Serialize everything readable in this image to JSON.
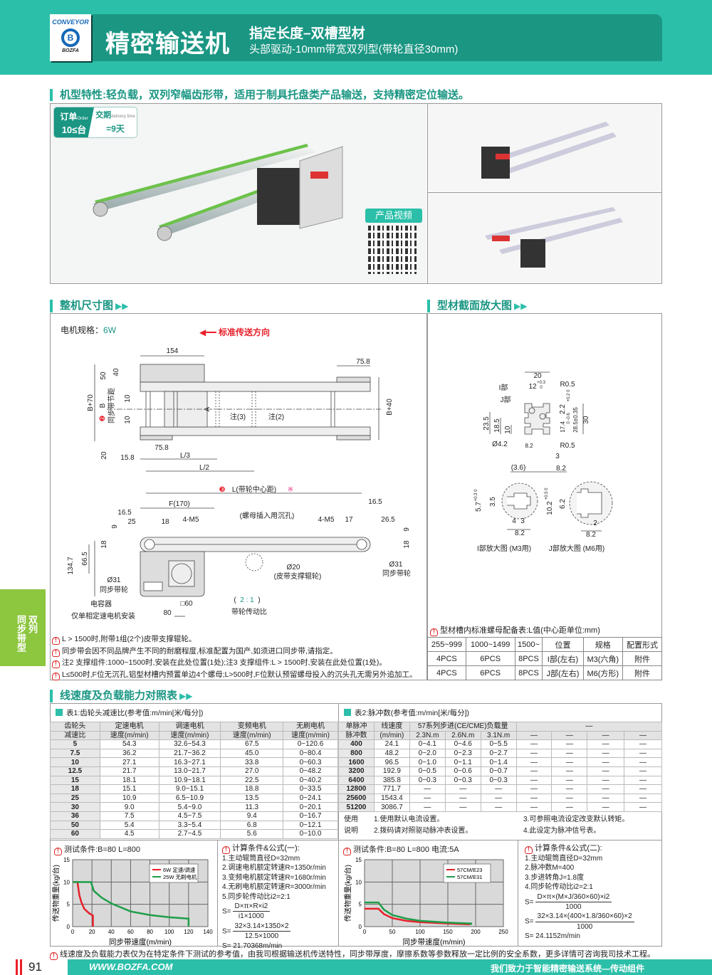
{
  "header": {
    "logo_top": "CONVEYOR",
    "logo_bottom": "BOZFA",
    "title": "精密输送机",
    "subtitle": "指定长度–双槽型材",
    "description": "头部驱动-10mm带宽双列型(带轮直径30mm)"
  },
  "features": {
    "title": "机型特性:轻负载，双列窄幅齿形带，适用于制具托盘类产品输送，支持精密定位输送。",
    "badge": {
      "order": "订单",
      "order_en": "Order",
      "order_qty": "10≤台",
      "delivery": "交期",
      "delivery_en": "delivery time",
      "delivery_val": "=9天"
    },
    "video_label": "产品视频"
  },
  "sections": {
    "dimensions": "整机尺寸图",
    "profile": "型材截面放大图",
    "speed": "线速度及负载能力对照表"
  },
  "drawing": {
    "motor_label": "电机规格：",
    "motor_value": "6W",
    "direction": "标准传送方向",
    "top": [
      "154",
      "75.8",
      "50",
      "40",
      "B+70",
      "B",
      "同步带节距",
      "10",
      "10",
      "A",
      "注(3)",
      "注(2)",
      "B+40",
      "20",
      "15.8",
      "75.8",
      "L/3",
      "L/2"
    ],
    "side": [
      "L(带轮中心距)",
      "※",
      "F(170)",
      "16.5",
      "25",
      "18",
      "4-M5",
      "(螺母插入用沉孔)",
      "4-M5",
      "17",
      "16.5",
      "26.5",
      "9",
      "18",
      "9",
      "18",
      "134.7",
      "66.5",
      "Ø31",
      "同步带轮",
      "Ø20",
      "(皮带支撑辊轮)",
      "Ø31",
      "同步带轮",
      "电容器",
      "仅单相定速电机安装",
      "□60",
      "80",
      "(",
      "2 : 1",
      ")",
      "带轮传动比"
    ],
    "badge_2": "❷",
    "badge_3": "❸",
    "notes": [
      "L > 1500时,附带1组(2个)皮带支撑辊轮。",
      "同步带会因不同品牌产生不同的耐磨程度,标准配置为国产,如须进口同步带,请指定。",
      "注2  支撑组件:1000~1500时,安装在此处位置(1处);注3 支撑组件:L > 1500时,安装在此处位置(1处)。",
      "L≤500时,F位无沉孔,铝型材槽内预置单边4个螺母;L>500时,F位默认预留螺母投入的沉头孔无需另外追加工。"
    ]
  },
  "profile": {
    "labels": [
      "20",
      "12",
      "+0.3",
      "0",
      "R0.5",
      "I部",
      "J部",
      "2.2",
      "+0.2 0",
      "30",
      "28.5±0.35",
      "17.4",
      "0 -0.6",
      "23.5",
      "18.5",
      "10",
      "Ø4.2",
      "8.2",
      "R0.5",
      "3",
      "(3.6)",
      "8.2"
    ],
    "detail_i": [
      "5.7",
      "+0.3 0",
      "3.5",
      "4",
      "3",
      "8.2",
      "I部放大图 (M3用)"
    ],
    "detail_j": [
      "10.2",
      "+0.5 0",
      "6.2",
      "2",
      "8.2",
      "J部放大图 (M6用)"
    ],
    "nut_title": "型材槽内标准螺母配备表:L值(中心距单位:mm)",
    "nut_headers": [
      "255~999",
      "1000~1499",
      "1500~",
      "位置",
      "规格",
      "配置形式"
    ],
    "nut_rows": [
      [
        "4PCS",
        "6PCS",
        "8PCS",
        "I部(左右)",
        "M3(六角)",
        "附件"
      ],
      [
        "4PCS",
        "6PCS",
        "8PCS",
        "J部(左右)",
        "M6(方形)",
        "附件"
      ]
    ]
  },
  "side_tab": {
    "col1": "双列",
    "col2": "同步带型"
  },
  "tables": {
    "t1": {
      "title": "表1:齿轮头减速比(参考值:m/min[米/每分])",
      "h1": [
        "齿轮头",
        "定速电机",
        "调速电机",
        "变频电机",
        "无刷电机"
      ],
      "h2": [
        "减速比",
        "速度(m/min)",
        "速度(m/min)",
        "速度(m/min)",
        "速度(m/min)"
      ],
      "rows": [
        [
          "5",
          "54.3",
          "32.6~54.3",
          "67.5",
          "0~120.6"
        ],
        [
          "7.5",
          "36.2",
          "21.7~36.2",
          "45.0",
          "0~80.4"
        ],
        [
          "10",
          "27.1",
          "16.3~27.1",
          "33.8",
          "0~60.3"
        ],
        [
          "12.5",
          "21.7",
          "13.0~21.7",
          "27.0",
          "0~48.2"
        ],
        [
          "15",
          "18.1",
          "10.9~18.1",
          "22.5",
          "0~40.2"
        ],
        [
          "18",
          "15.1",
          "9.0~15.1",
          "18.8",
          "0~33.5"
        ],
        [
          "25",
          "10.9",
          "6.5~10.9",
          "13.5",
          "0~24.1"
        ],
        [
          "30",
          "9.0",
          "5.4~9.0",
          "11.3",
          "0~20.1"
        ],
        [
          "36",
          "7.5",
          "4.5~7.5",
          "9.4",
          "0~16.7"
        ],
        [
          "50",
          "5.4",
          "3.3~5.4",
          "6.8",
          "0~12.1"
        ],
        [
          "60",
          "4.5",
          "2.7~4.5",
          "5.6",
          "0~10.0"
        ]
      ]
    },
    "t2": {
      "title": "表2:脉冲数(参考值:m/min[米/每分])",
      "h1": [
        "单脉冲",
        "线速度",
        "57系列步进(CE/CME)负载量",
        "—"
      ],
      "h2": [
        "脉冲数",
        "(m/min)",
        "2.3N.m",
        "2.6N.m",
        "3.1N.m",
        "—",
        "—",
        "—",
        "—"
      ],
      "rows": [
        [
          "400",
          "24.1",
          "0~4.1",
          "0~4.6",
          "0~5.5",
          "—",
          "—",
          "—",
          "—"
        ],
        [
          "800",
          "48.2",
          "0~2.0",
          "0~2.3",
          "0~2.7",
          "—",
          "—",
          "—",
          "—"
        ],
        [
          "1600",
          "96.5",
          "0~1.0",
          "0~1.1",
          "0~1.4",
          "—",
          "—",
          "—",
          "—"
        ],
        [
          "3200",
          "192.9",
          "0~0.5",
          "0~0.6",
          "0~0.7",
          "—",
          "—",
          "—",
          "—"
        ],
        [
          "6400",
          "385.8",
          "0~0.3",
          "0~0.3",
          "0~0.3",
          "—",
          "—",
          "—",
          "—"
        ],
        [
          "12800",
          "771.7",
          "—",
          "—",
          "—",
          "—",
          "—",
          "—",
          "—"
        ],
        [
          "25600",
          "1543.4",
          "—",
          "—",
          "—",
          "—",
          "—",
          "—",
          "—"
        ],
        [
          "51200",
          "3086.7",
          "—",
          "—",
          "—",
          "—",
          "—",
          "—",
          "—"
        ]
      ],
      "usage_label": [
        "使用",
        "说明"
      ],
      "usage": [
        "1.使用默认电流设置。",
        "2.拨码请对照驱动脉冲表设置。",
        "3.可参照电流设定改变默认转矩。",
        "4.此设定为脉冲信号表。"
      ]
    }
  },
  "formula1": {
    "title": "计算条件&公式(一):",
    "lines": [
      "1.主动辊筒直径D=32mm",
      "2.调速电机额定转速R=1350r/min",
      "3.变频电机额定转速R=1680r/min",
      "4.无刷电机额定转速R=3000r/min",
      "5.同步轮传动比i2=2:1"
    ],
    "f1_num": "D×π×R×i2",
    "f1_den": "i1×1000",
    "f2_num": "32×3.14×1350×2",
    "f2_den": "12.5×1000",
    "s": "S=",
    "result": "S= 21.70368m/min"
  },
  "formula2": {
    "title": "计算条件&公式(二):",
    "lines": [
      "1.主动辊筒直径D=32mm",
      "2.脉冲数M=400",
      "3.步进转角J=1.8度",
      "4.同步轮传动比i2=2:1"
    ],
    "f1_num": "D×π×(M×J/360×60)×i2",
    "f1_den": "1000",
    "f2_num": "32×3.14×(400×1.8/360×60)×2",
    "f2_den": "1000",
    "s": "S=",
    "result": "S= 24.1152m/min"
  },
  "chart_data": [
    {
      "type": "line",
      "title": "测试条件:B=80   L=800",
      "xlabel": "同步带速度(m/min)",
      "ylabel": "传送物重量(kg/台)",
      "xlim": [
        0,
        140
      ],
      "ylim": [
        0,
        15
      ],
      "xticks": [
        0,
        20,
        40,
        60,
        80,
        100,
        120,
        140
      ],
      "yticks": [
        0,
        5,
        10,
        15
      ],
      "grid": true,
      "legend": "top-right",
      "series": [
        {
          "name": "6W 定速/调速",
          "color": "#e8202a",
          "x": [
            0,
            5,
            7,
            9,
            12,
            17,
            20,
            21,
            21
          ],
          "y": [
            10,
            10,
            7,
            5.5,
            4,
            3,
            2.6,
            2.5,
            0
          ]
        },
        {
          "name": "25W 无刷电机",
          "color": "#1e9e4a",
          "x": [
            0,
            19,
            22,
            30,
            40,
            60,
            80,
            100,
            119,
            120,
            120
          ],
          "y": [
            10,
            10,
            8,
            6.5,
            5.2,
            3.4,
            2.6,
            2.1,
            1.8,
            1.8,
            0
          ]
        }
      ]
    },
    {
      "type": "line",
      "title": "测试条件:B=80   L=800  电流:5A",
      "xlabel": "同步带速度(m/min)",
      "ylabel": "传送物重量(kg/台)",
      "xlim": [
        0,
        250
      ],
      "ylim": [
        0,
        15
      ],
      "xticks": [
        0,
        50,
        100,
        150,
        200,
        250
      ],
      "yticks": [
        0,
        5,
        10,
        15
      ],
      "grid": true,
      "legend": "top-right",
      "series": [
        {
          "name": "57CM/E23",
          "color": "#e8202a",
          "x": [
            0,
            25,
            35,
            50,
            75,
            100,
            150,
            190
          ],
          "y": [
            4,
            4,
            2.8,
            1.9,
            1.3,
            1.0,
            0.7,
            0.5
          ]
        },
        {
          "name": "57CM/E31",
          "color": "#1e9e4a",
          "x": [
            0,
            25,
            35,
            50,
            75,
            100,
            150,
            192,
            192
          ],
          "y": [
            5.4,
            5.4,
            3.8,
            2.6,
            1.8,
            1.3,
            0.9,
            0.7,
            0.4
          ]
        }
      ]
    }
  ],
  "footer": {
    "note": "线速度及负载能力表仅为在特定条件下测试的参考值，由我司根据输送机传送特性，同步带厚度，摩擦系数等参数释放一定比例的安全系数，更多详情可咨询我司技术工程。",
    "page": "91",
    "url": "WWW.BOZFA.COM",
    "slogan": "我们致力于智能精密输送系统—传动组件"
  },
  "colors": {
    "teal": "#2bbfa9",
    "teal_dark": "#1a9683",
    "green": "#8dc63f",
    "red": "#e8202a"
  }
}
